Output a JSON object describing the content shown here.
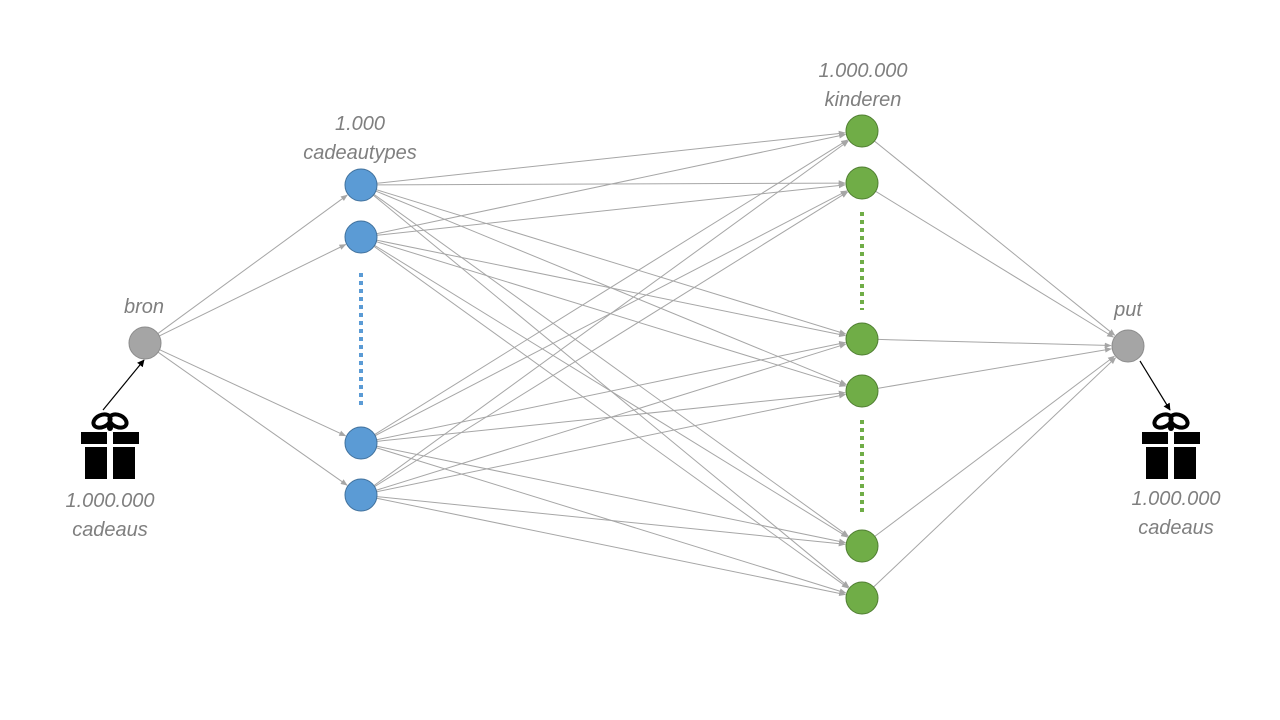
{
  "diagram": {
    "source_label": "bron",
    "sink_label": "put",
    "gift_types_count": "1.000",
    "gift_types_label": "cadeautypes",
    "children_count": "1.000.000",
    "children_label": "kinderen",
    "gifts_in_count": "1.000.000",
    "gifts_in_label": "cadeaus",
    "gifts_out_count": "1.000.000",
    "gifts_out_label": "cadeaus",
    "colors": {
      "source_sink": "#a5a5a5",
      "gift_type": "#5b9bd5",
      "child": "#70ad47",
      "edge": "#a6a6a6",
      "label": "#7f7f7f",
      "gift_icon": "#000000"
    },
    "icons": [
      "gift-icon",
      "gift-icon"
    ]
  }
}
